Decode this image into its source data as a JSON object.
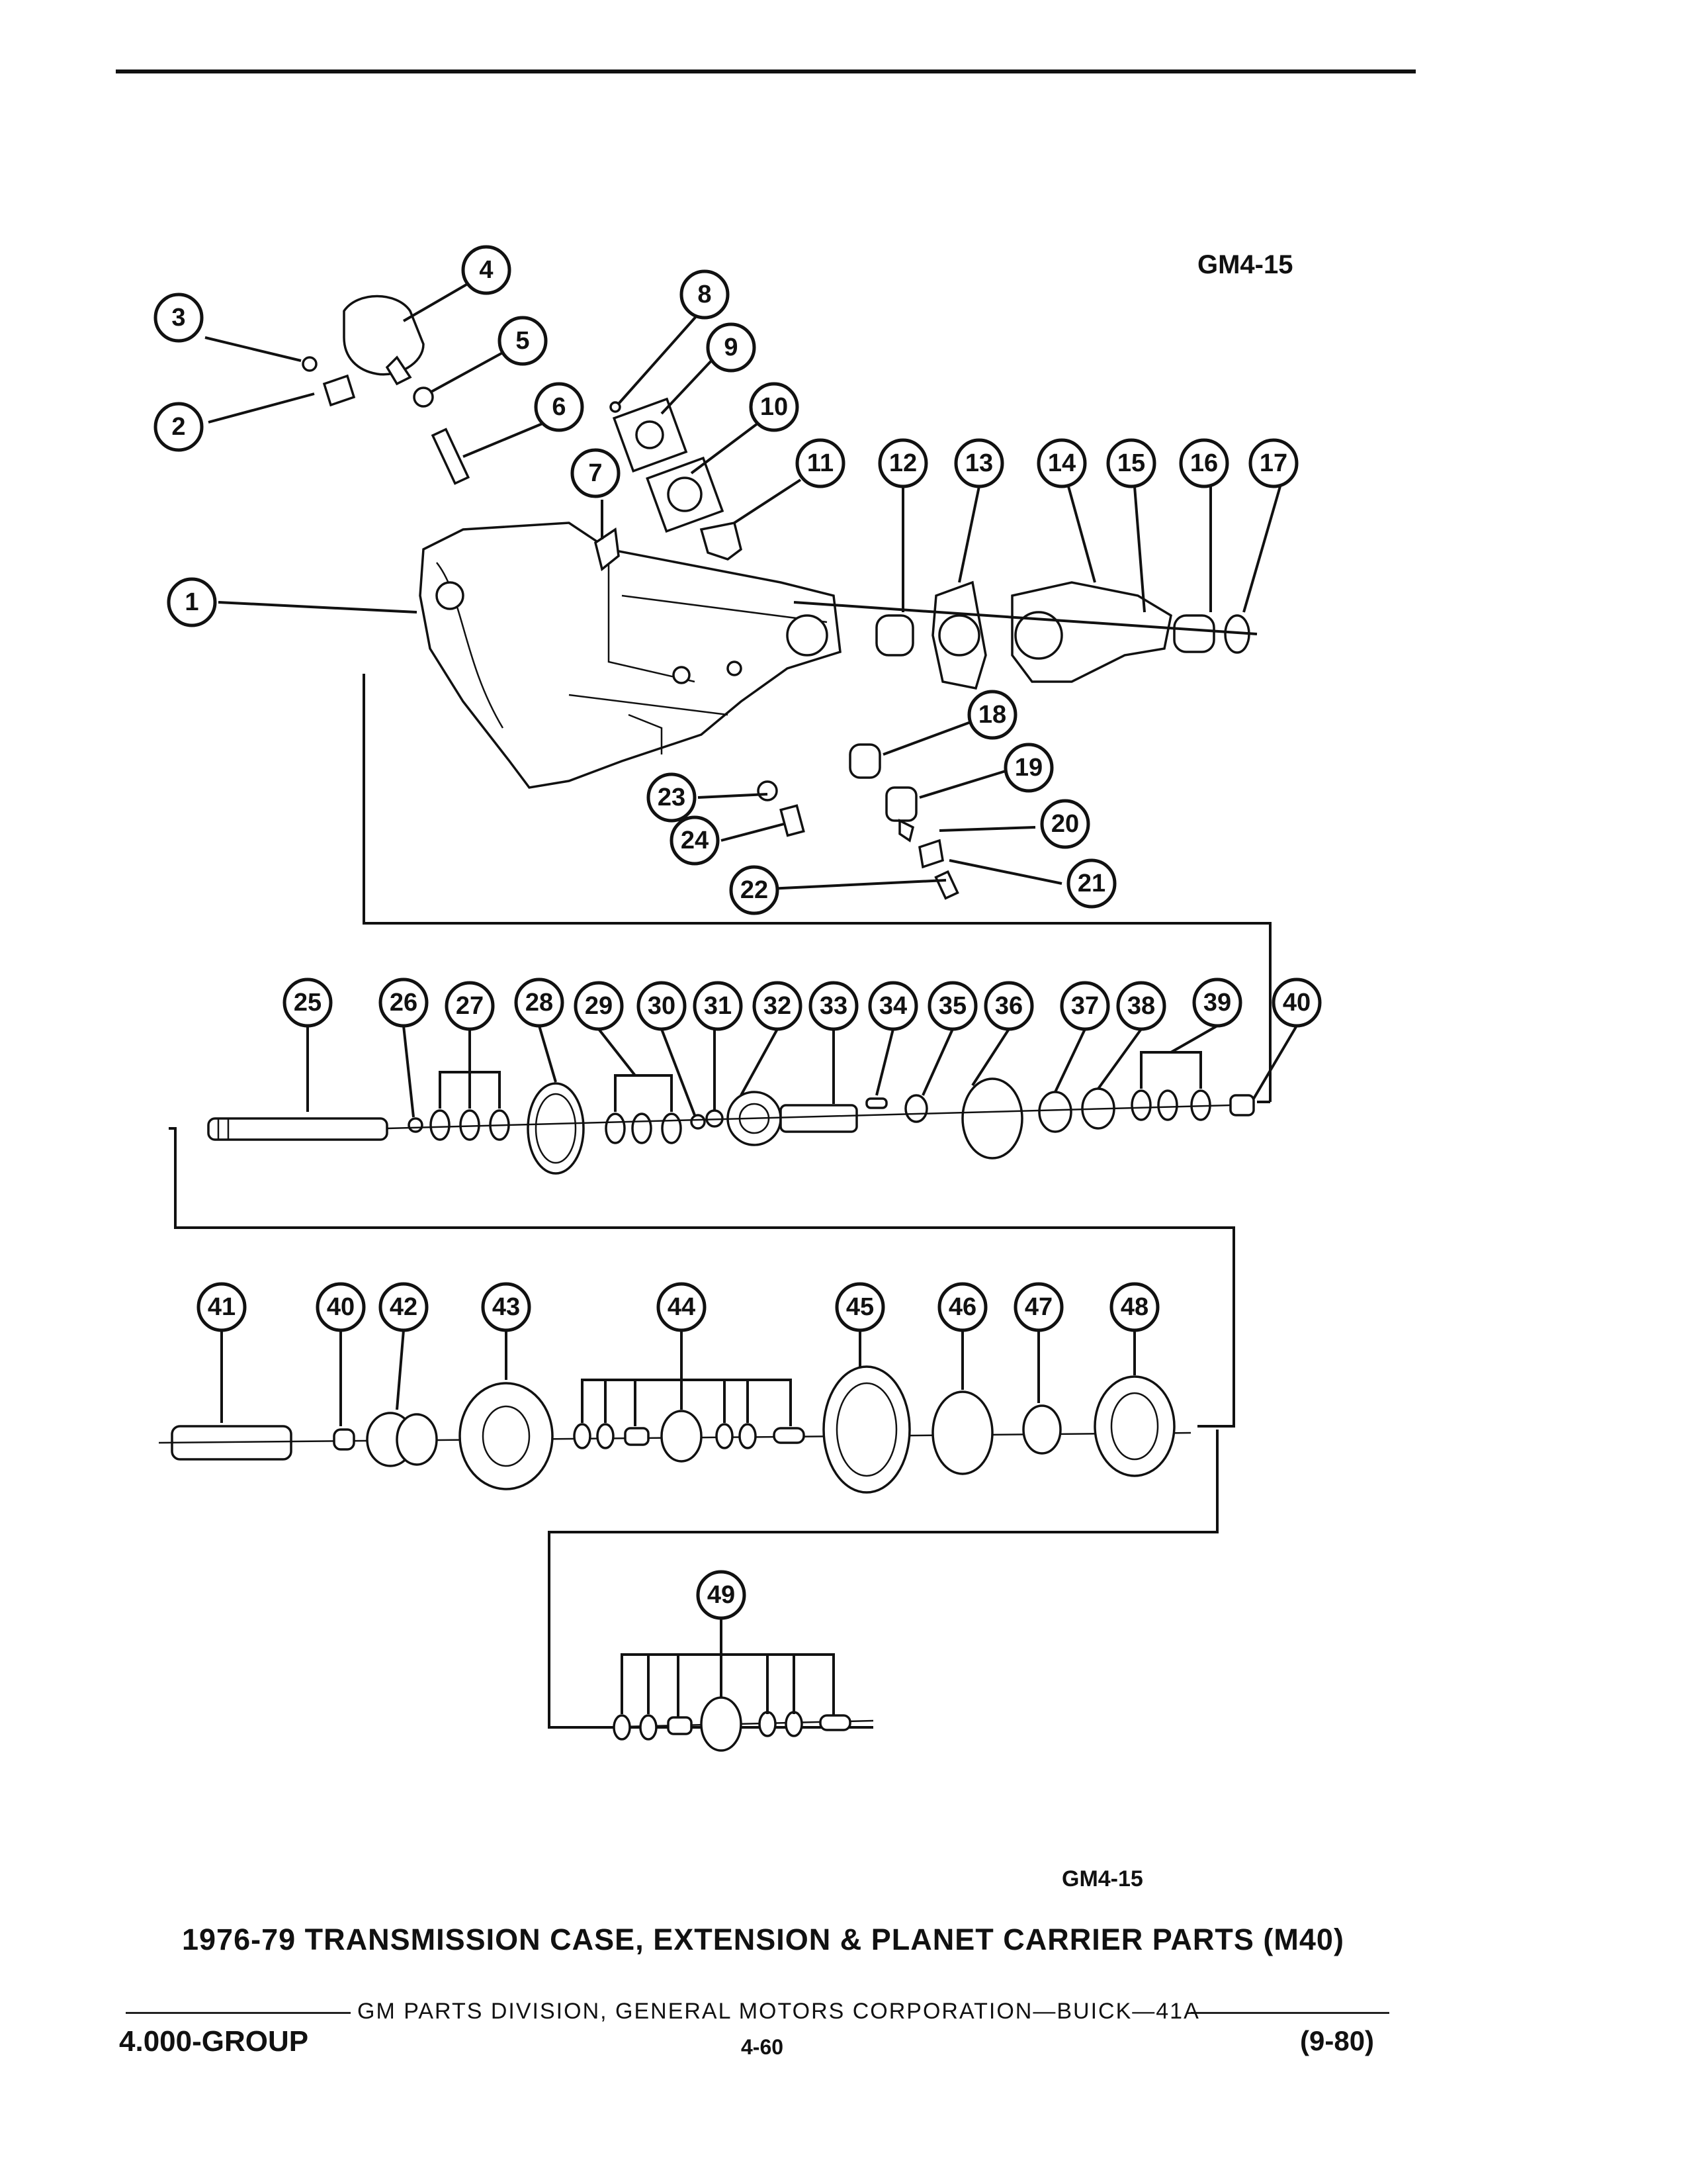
{
  "figure_id": "GM4-15",
  "figure_id_bottom": "GM4-15",
  "caption": "1976-79 TRANSMISSION CASE, EXTENSION & PLANET CARRIER PARTS (M40)",
  "footer": {
    "publisher": "GM PARTS DIVISION, GENERAL MOTORS CORPORATION—BUICK—41A",
    "group": "4.000-GROUP",
    "page": "4-60",
    "revision": "(9-80)"
  },
  "callouts": [
    {
      "id": "c1",
      "label": "1"
    },
    {
      "id": "c2",
      "label": "2"
    },
    {
      "id": "c3",
      "label": "3"
    },
    {
      "id": "c4",
      "label": "4"
    },
    {
      "id": "c5",
      "label": "5"
    },
    {
      "id": "c6",
      "label": "6"
    },
    {
      "id": "c7",
      "label": "7"
    },
    {
      "id": "c8",
      "label": "8"
    },
    {
      "id": "c9",
      "label": "9"
    },
    {
      "id": "c10",
      "label": "10"
    },
    {
      "id": "c11",
      "label": "11"
    },
    {
      "id": "c12",
      "label": "12"
    },
    {
      "id": "c13",
      "label": "13"
    },
    {
      "id": "c14",
      "label": "14"
    },
    {
      "id": "c15",
      "label": "15"
    },
    {
      "id": "c16",
      "label": "16"
    },
    {
      "id": "c17",
      "label": "17"
    },
    {
      "id": "c18",
      "label": "18"
    },
    {
      "id": "c19",
      "label": "19"
    },
    {
      "id": "c20",
      "label": "20"
    },
    {
      "id": "c21",
      "label": "21"
    },
    {
      "id": "c22",
      "label": "22"
    },
    {
      "id": "c23",
      "label": "23"
    },
    {
      "id": "c24",
      "label": "24"
    },
    {
      "id": "c25",
      "label": "25"
    },
    {
      "id": "c26",
      "label": "26"
    },
    {
      "id": "c27",
      "label": "27"
    },
    {
      "id": "c28",
      "label": "28"
    },
    {
      "id": "c29",
      "label": "29"
    },
    {
      "id": "c30",
      "label": "30"
    },
    {
      "id": "c31",
      "label": "31"
    },
    {
      "id": "c32",
      "label": "32"
    },
    {
      "id": "c33",
      "label": "33"
    },
    {
      "id": "c34",
      "label": "34"
    },
    {
      "id": "c35",
      "label": "35"
    },
    {
      "id": "c36",
      "label": "36"
    },
    {
      "id": "c37",
      "label": "37"
    },
    {
      "id": "c38",
      "label": "38"
    },
    {
      "id": "c39",
      "label": "39"
    },
    {
      "id": "c40a",
      "label": "40"
    },
    {
      "id": "c41",
      "label": "41"
    },
    {
      "id": "c40b",
      "label": "40"
    },
    {
      "id": "c42",
      "label": "42"
    },
    {
      "id": "c43",
      "label": "43"
    },
    {
      "id": "c44",
      "label": "44"
    },
    {
      "id": "c45",
      "label": "45"
    },
    {
      "id": "c46",
      "label": "46"
    },
    {
      "id": "c47",
      "label": "47"
    },
    {
      "id": "c48",
      "label": "48"
    },
    {
      "id": "c49",
      "label": "49"
    }
  ]
}
